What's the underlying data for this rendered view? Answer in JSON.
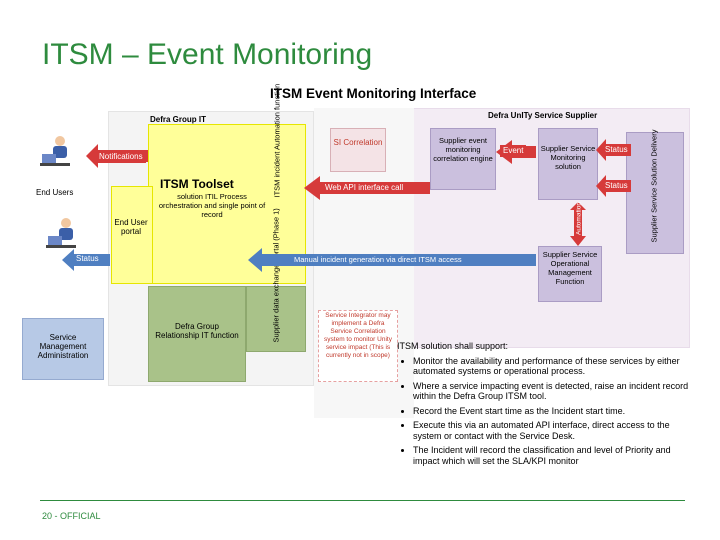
{
  "slide": {
    "title": "ITSM – Event Monitoring",
    "footer": "20 - OFFICIAL"
  },
  "diagram": {
    "title": "ITSM Event Monitoring Interface",
    "defra_group_it": "Defra Group IT",
    "supplier_group": "Defra UnITy Service Supplier",
    "itsm_toolset": "ITSM Toolset",
    "itsm_toolset_desc": "solution ITIL Process orchestration and single point of record",
    "itsm_automation": "ITSM incident Automation function",
    "end_user_portal": "End User portal",
    "end_users": "End Users",
    "service_mgmt": "Service Management Administration",
    "relationship": "Defra Group Relationship IT function",
    "supplier_portal": "Supplier data exchange portal (Phase 1)",
    "si_correlation": "SI Correlation",
    "servicenow_note": "Service Integrator may implement a Defra Service Correlation system to monitor Unity service impact (This is currently not in scope)",
    "supplier_engine": "Supplier event monitoring correlation engine",
    "supplier_monitoring": "Supplier Service Monitoring solution",
    "supplier_ops": "Supplier Service Operational Management Function",
    "supplier_delivery": "Supplier Service Solution Delivery",
    "labels": {
      "notifications": "Notifications",
      "event": "Event",
      "status_1": "Status",
      "status_2": "Status",
      "status_left": "Status",
      "web_api": "Web API interface call",
      "manual": "Manual incident generation via direct ITSM access",
      "automation": "Automation"
    }
  },
  "support": {
    "lead": "ITSM solution shall support:",
    "items": [
      "Monitor the availability and performance of these services by either automated systems or operational process.",
      "Where a service impacting event is detected, raise an incident record within the Defra Group ITSM tool.",
      "Record the Event start time as the Incident start time.",
      "Execute this via an automated API interface, direct access to the system or contact with the Service Desk.",
      "The Incident will record the classification and level of Priority and impact which will set the SLA/KPI monitor"
    ]
  },
  "colors": {
    "title_green": "#2e8b3e",
    "yellow": "#ffff99",
    "green_box": "#a9c289",
    "blue_box": "#b7c9e6",
    "lavender": "#cbc0de",
    "arrow_red": "#d63a3a",
    "arrow_blue": "#4f7fc1"
  }
}
